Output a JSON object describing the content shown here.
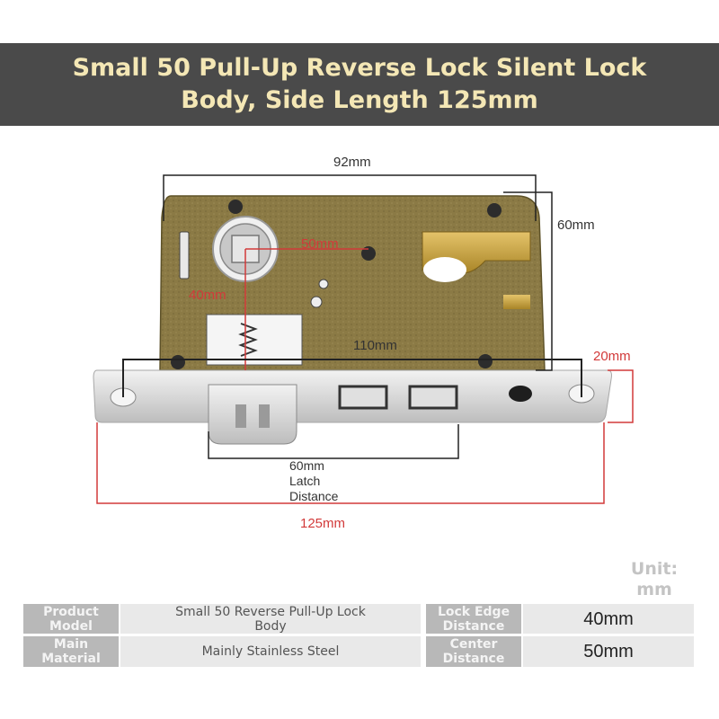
{
  "banner": {
    "title": "Small 50 Pull-Up Reverse Lock Silent Lock Body, Side Length 125mm"
  },
  "dimensions": {
    "width_top": "92mm",
    "height_right": "60mm",
    "center_distance": "50mm",
    "edge_distance": "40mm",
    "hole_spacing": "110mm",
    "faceplate_width": "20mm",
    "latch_distance": "60mm\nLatch\nDistance",
    "side_length": "125mm"
  },
  "unit": "Unit:\nmm",
  "specs": {
    "product_model_label": "Product\nModel",
    "product_model_value": "Small 50 Reverse Pull-Up Lock\nBody",
    "lock_edge_label": "Lock Edge\nDistance",
    "lock_edge_value": "40mm",
    "material_label": "Main\nMaterial",
    "material_value": "Mainly Stainless Steel",
    "center_label": "Center\nDistance",
    "center_value": "50mm"
  },
  "colors": {
    "banner_bg": "#4a4a4a",
    "banner_text": "#f4e7b5",
    "lock_body": "#8a7a45",
    "dimension_red": "#d23a3a"
  }
}
